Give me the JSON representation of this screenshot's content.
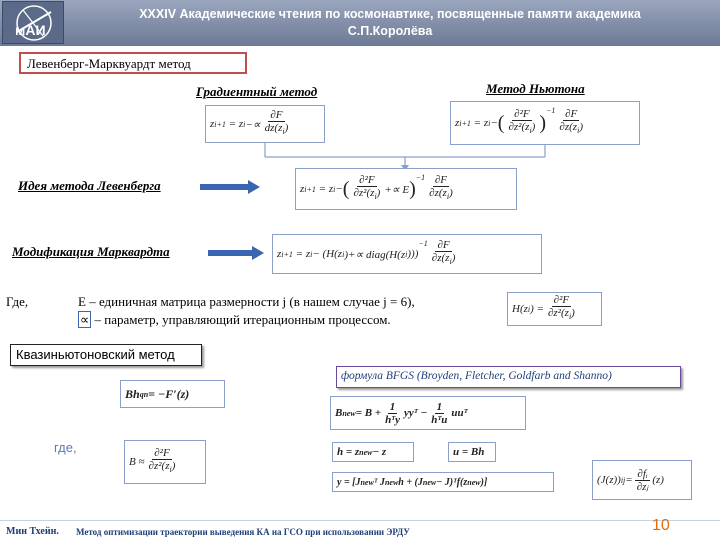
{
  "header": {
    "logo_text": "мАИ",
    "title_line1": "XXXIV Академические чтения по космонавтике, посвященные памяти академика",
    "title_line2": "С.П.Королёва"
  },
  "section_label": "Левенберг-Марквуардт метод",
  "gradient": {
    "title": "Градиентный метод",
    "lhs": "z",
    "lhs_sub": "i+1",
    "eq": "=",
    "z": "z",
    "z_sub": "i",
    "op": "−∝",
    "num": "∂F",
    "den": "dz(z",
    "den_sub": "i",
    "den_close": ")"
  },
  "newton": {
    "title": "Метод Ньютона",
    "lhs": "z",
    "lhs_sub": "i+1",
    "eq": "=",
    "z": "z",
    "z_sub": "i",
    "op": "−",
    "num1": "∂²F",
    "den1": "∂z²(z",
    "den1_sub": "i",
    "den1_close": ")",
    "exp": "−1",
    "num2": "∂F",
    "den2": "∂z(z",
    "den2_sub": "i",
    "den2_close": ")"
  },
  "levenberg": {
    "title": "Идея метода Левенберга",
    "lhs": "z",
    "lhs_sub": "i+1",
    "eq": "=",
    "z": "z",
    "z_sub": "i",
    "op": "−",
    "paren_open": "(",
    "num1": "∂²F",
    "den1": "∂z²(z",
    "den1_sub": "i",
    "den1_close": ")",
    "plus": "+∝ E",
    "paren_close": ")",
    "exp": "−1",
    "num2": "∂F",
    "den2": "∂z(z",
    "den2_sub": "i",
    "den2_close": ")"
  },
  "marquardt": {
    "title": "Модификация Марквардта",
    "lhs": "z",
    "lhs_sub": "i+1",
    "eq": "=",
    "z": "z",
    "z_sub": "i",
    "body": "− (H(z",
    "body_sub": "i",
    "body2": ")+∝ diag(H(z",
    "body_sub2": "i",
    "body3": ")))",
    "exp": "−1",
    "num": "∂F",
    "den": "∂z(z",
    "den_sub": "i",
    "den_close": ")"
  },
  "where": {
    "label": "Где,",
    "line1": "E – единичная матрица размерности  j (в нашем случае j = 6),",
    "line2_symbol": "∝",
    "line2": " – параметр, управляющий итерационным процессом."
  },
  "hessian": {
    "lhs": "H(z",
    "lhs_sub": "i",
    "lhs_close": ") =",
    "num": "∂²F",
    "den": "∂z²(z",
    "den_sub": "i",
    "den_close": ")"
  },
  "quasi": {
    "label": "Квазиньютоновский метод",
    "eq": "Bh",
    "eq_sub": "qn",
    "eq_rest": " = −F′(z)",
    "where": "где,",
    "b_lhs": "B ≈",
    "b_num": "∂²F",
    "b_den": "∂z²(z",
    "b_den_sub": "i",
    "b_den_close": ")"
  },
  "bfgs": {
    "label": "формула BFGS (Broyden, Fletcher, Goldfarb and Shanno)",
    "bnew_lhs": "B",
    "bnew_sub": "new",
    "bnew_rest": " = B +",
    "f1_num": "1",
    "f1_den": "hᵀy",
    "term1": "yyᵀ −",
    "f2_num": "1",
    "f2_den": "hᵀu",
    "term2": "uuᵀ",
    "h_eq": "h = z",
    "h_sub": "new",
    "h_rest": " − z",
    "u_eq": "u = Bh",
    "y_eq": "y = [J",
    "y_sub": "new",
    "y_mid": "ᵀ J",
    "y_sub2": "new",
    "y_rest": " h + (J",
    "y_sub3": "new",
    "y_rest2": " − J)ᵀf(z",
    "y_sub4": "new",
    "y_rest3": ")]",
    "j_lhs": "(J(z))",
    "j_sub": "ij",
    "j_eq": " =",
    "j_num": "∂fᵢ",
    "j_den": "∂zⱼ",
    "j_rhs": "(z)"
  },
  "footer": {
    "author": "Мин Тхейн.",
    "title": "Метод оптимизации траектории выведения КА на ГСО при использовании ЭРДУ",
    "page": "10"
  }
}
